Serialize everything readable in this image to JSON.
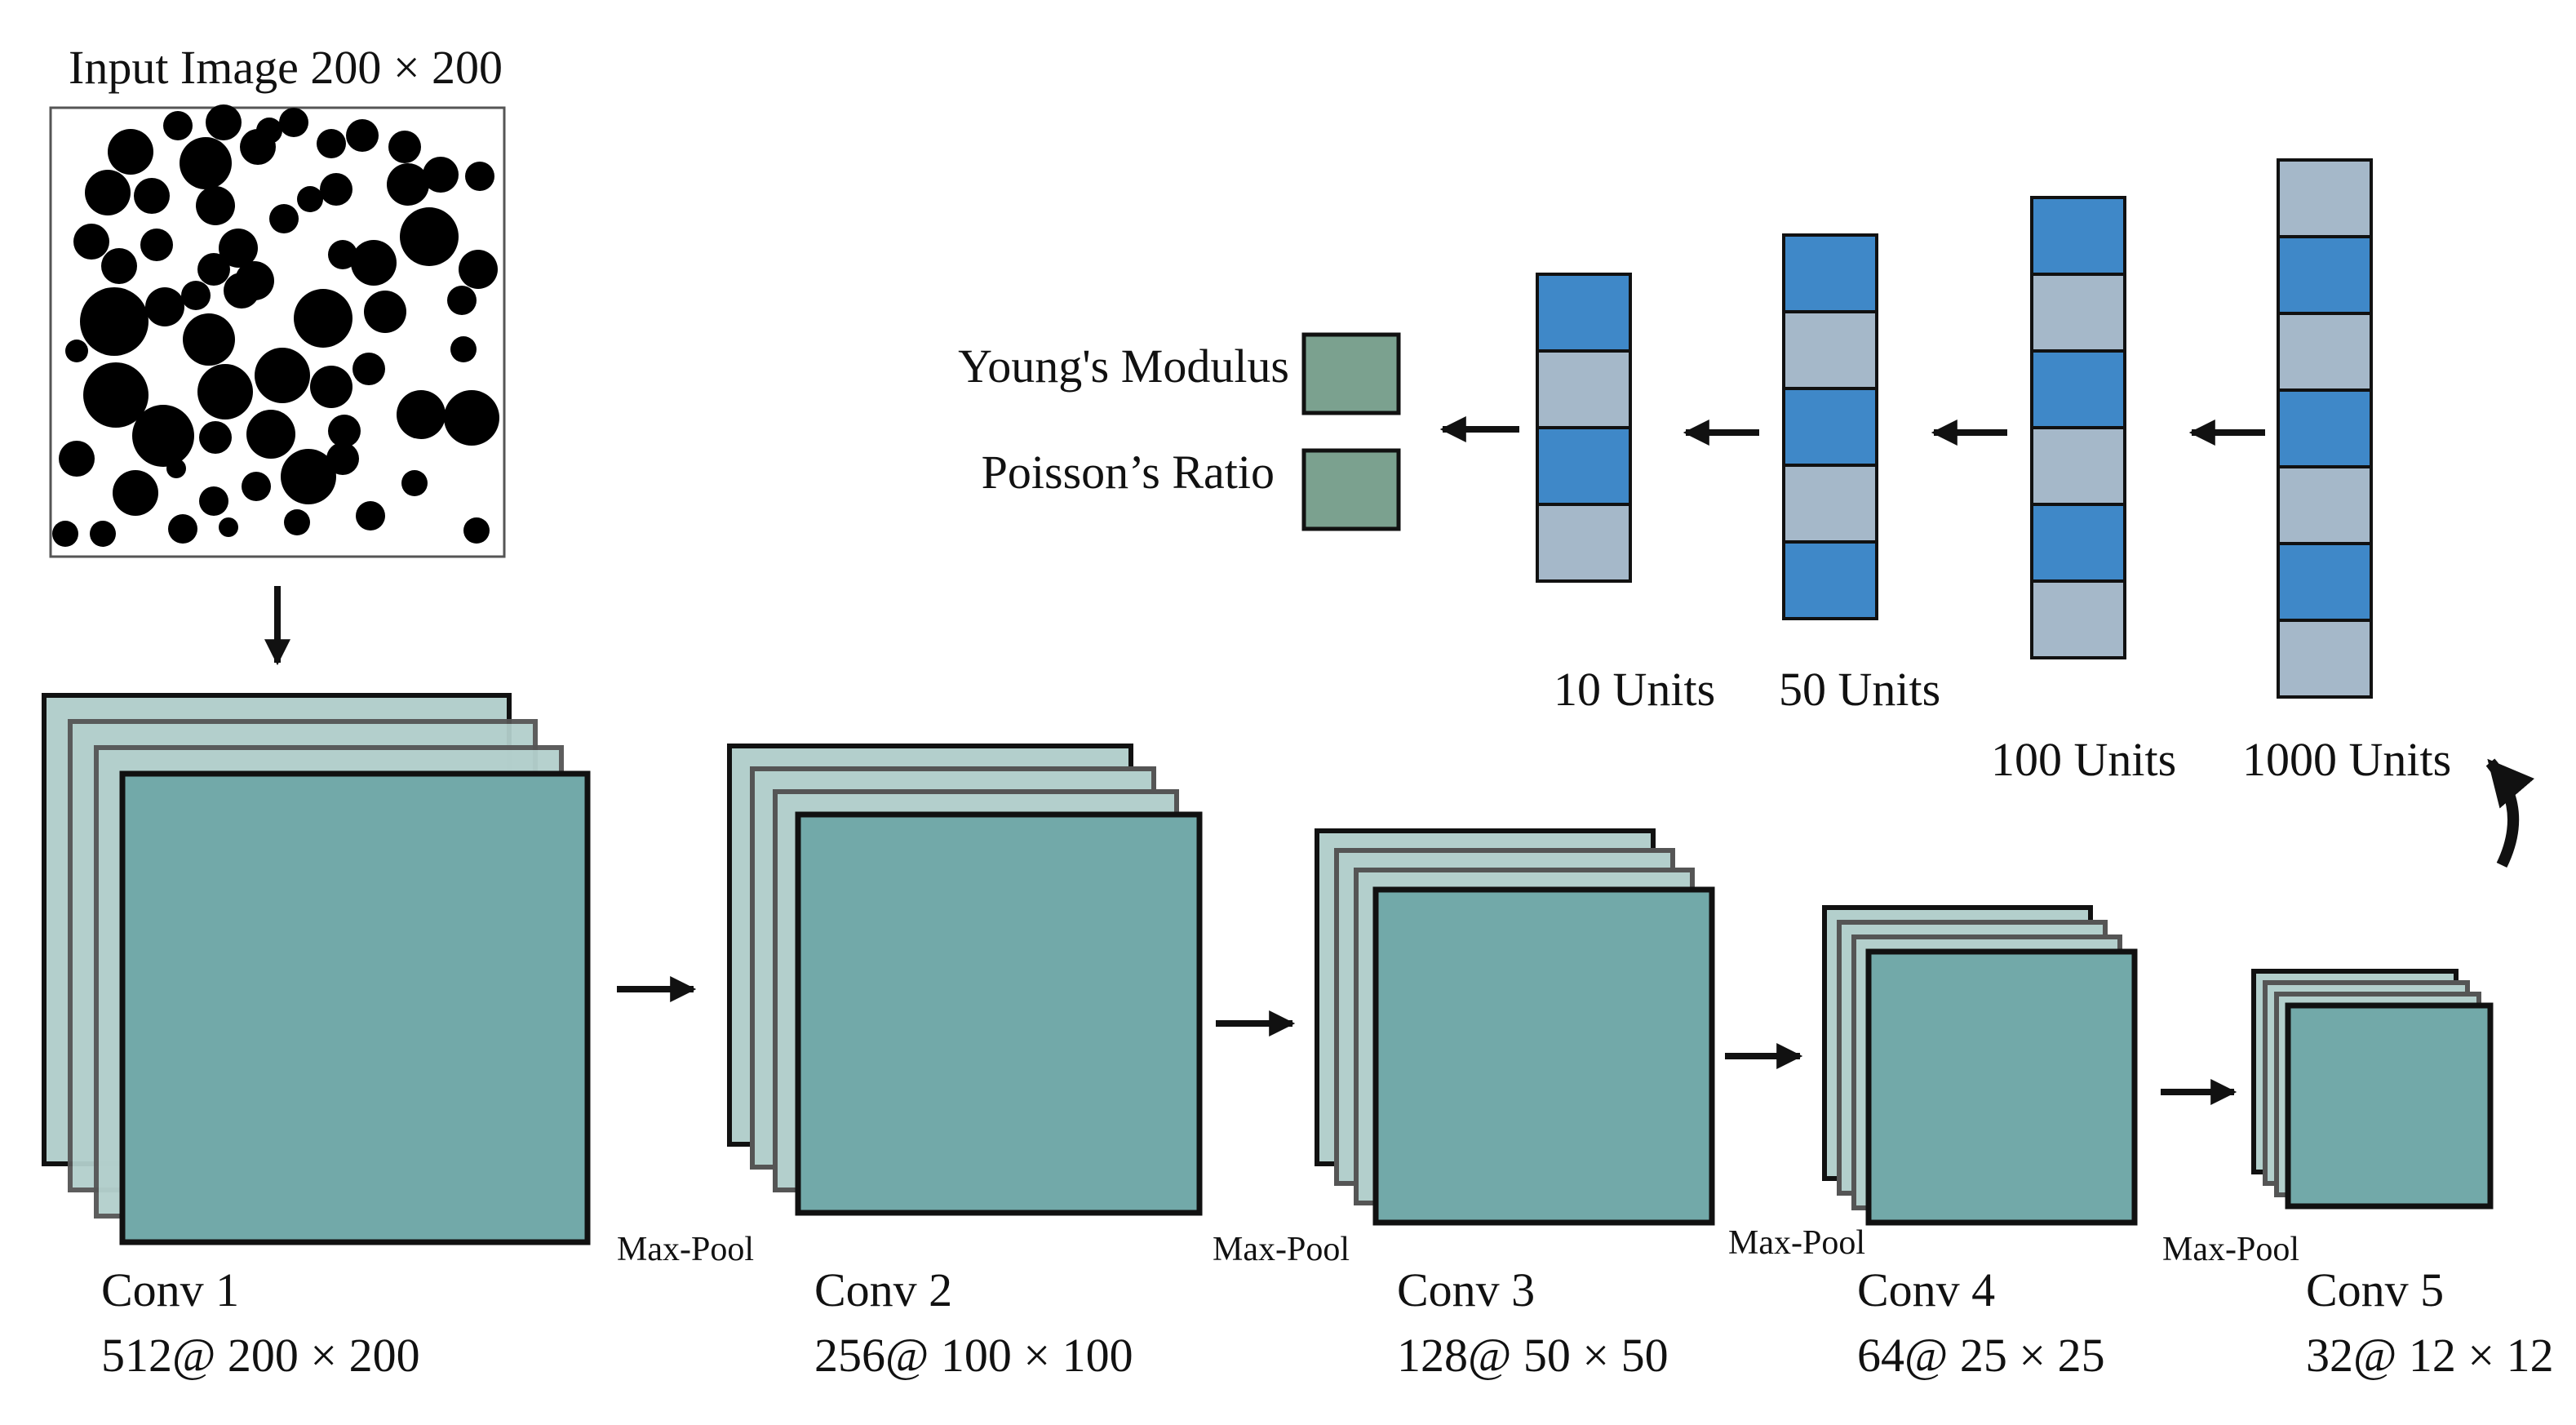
{
  "input": {
    "title": "Input Image 200 × 200"
  },
  "conv_layers": [
    {
      "name": "Conv 1",
      "dims": "512@ 200 × 200"
    },
    {
      "name": "Conv 2",
      "dims": "256@ 100 × 100"
    },
    {
      "name": "Conv 3",
      "dims": "128@ 50 × 50"
    },
    {
      "name": "Conv 4",
      "dims": "64@ 25 × 25"
    },
    {
      "name": "Conv 5",
      "dims": "32@ 12 × 12"
    }
  ],
  "pool_label": "Max-Pool",
  "dense_layers": [
    {
      "label": "1000 Units"
    },
    {
      "label": "100 Units"
    },
    {
      "label": "50 Units"
    },
    {
      "label": "10 Units"
    }
  ],
  "outputs": [
    {
      "label": "Young's Modulus"
    },
    {
      "label": "Poisson’s Ratio"
    }
  ],
  "colors": {
    "conv_fill": "#72a9a9",
    "conv_back_fill": "#b3cfcc",
    "dense_dark": "#3f88c8",
    "dense_light": "#a5b8c9",
    "output_fill": "#7ba18f",
    "stroke": "#111111"
  }
}
